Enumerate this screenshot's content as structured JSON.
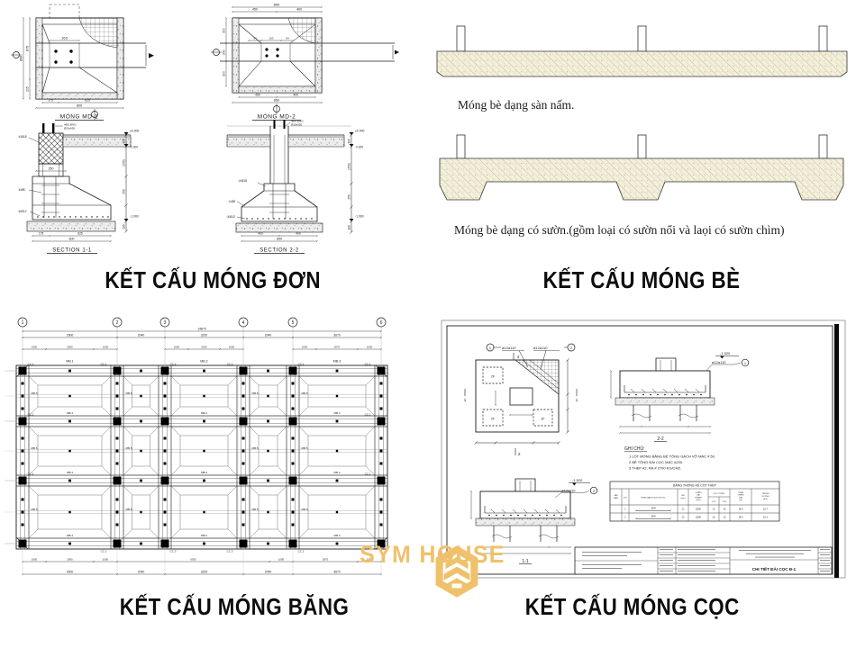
{
  "page": {
    "background": "#ffffff"
  },
  "logo": {
    "text": "SYM HOUSE",
    "color": "#f0c16b",
    "icon": "hexagon-house-icon"
  },
  "sections": {
    "mong_don": {
      "title": "KẾT CẤU MÓNG ĐƠN",
      "md1": {
        "label": "MÓNG MD-1",
        "dim_beam": "163",
        "dim_left_upper": "675",
        "dim_left_lower": "205",
        "dim_left_total": "800",
        "dims_bottom": [
          "175",
          "625"
        ],
        "dim_bottom_total": "800"
      },
      "md2": {
        "label": "MÓNG MD-2",
        "dim_top_total": "850",
        "dims_top": [
          "450",
          "400"
        ],
        "dims_left": [
          "300",
          "250",
          "300"
        ],
        "dims_beam": [
          "94",
          "163",
          "94"
        ],
        "dims_bottom": [
          "450",
          "400"
        ],
        "dim_bottom_total": "850"
      },
      "section1": {
        "label": "SECTION 1-1",
        "rebar_top_1": "4ØU.ĐNG",
        "rebar_top_2": "Ø20x650",
        "level_zero": "±0.000",
        "level_floor": "-0.300",
        "level_base": "-1.000",
        "dim_right_1": "300",
        "dim_right_2": "(250)",
        "dim_right_3": "250",
        "dim_right_4": "100",
        "dim_neck": "250",
        "callout_1": "①Ø18",
        "callout_2": "②Ø8",
        "callout_3": "③Ø12",
        "dims_bottom": [
          "175",
          "625"
        ],
        "dim_bottom_total": "800"
      },
      "section2": {
        "label": "SECTION 2-2",
        "rebar_top_1": "4ØU.ĐNG",
        "rebar_top_2": "Ø20x650",
        "level_zero": "±0.000",
        "level_floor": "-0.300",
        "level_base": "-1.000",
        "dim_right_1": "300",
        "dim_right_2": "(250)",
        "dim_right_3": "250",
        "dim_right_4": "100",
        "callout_1": "②Ø18",
        "callout_2": "①Ø8",
        "callout_3": "③Ø12",
        "dims_bottom": [
          "400",
          "400"
        ],
        "dim_bottom_total": "850"
      }
    },
    "mong_be": {
      "title": "KẾT CẤU MÓNG BÈ",
      "caption_flat": "Móng bè dạng sàn nấm.",
      "caption_ribbed": "Móng bè dạng có sườn.(gồm loại có sườn nổi và laọi có sườn chìm)"
    },
    "mong_bang": {
      "title": "KẾT CẤU MÓNG BĂNG",
      "grid_bubbles": [
        "1",
        "2",
        "3",
        "4",
        "5",
        "6"
      ],
      "dim_total": "14870",
      "dims_top": [
        "2900",
        "2040",
        "3220",
        "2040",
        "3670"
      ],
      "dims_top2": [
        "1000",
        "2900",
        "1000",
        "1000",
        "3220",
        "1000",
        "1000",
        "2670",
        "1000"
      ],
      "dims_bottom": [
        "1000",
        "2900",
        "1000",
        "6300",
        "1000",
        "2670",
        "1000"
      ],
      "dims_bottom2": [
        "2900",
        "2040",
        "3220",
        "2040",
        "3670"
      ],
      "beam_labels": [
        "MB.1",
        "MB.2",
        "MB.3",
        "MB.4",
        "MB.5"
      ],
      "column_labels": [
        "CC.1",
        "CC.2",
        "CC.3"
      ]
    },
    "mong_coc": {
      "title": "KẾT CẤU MÓNG CỌC",
      "plan": {
        "rebar_label": "ø12a110",
        "callout_1": "1",
        "callout_2": "2",
        "pile_mark": "2F"
      },
      "level": "-1.520",
      "section_22_label": "2-2",
      "section_11_label": "1-1",
      "notes_title": "GHI CHÚ:",
      "notes": [
        "1 LÓT MÓNG BẰNG BÊ TÔNG GẠCH VỠ MÁC # 50.",
        "2 BÊ TÔNG ĐÀI CỌC MÁC #200.",
        "3 THÉP A2, RA # 2700 KG/CM2."
      ],
      "table": {
        "title": "BẢNG THỐNG KÊ CỐT THÉP",
        "headers": [
          "CẤU KIỆN",
          "STT",
          "HÌNH DẠNG KÍCH THƯỚC",
          "ØH (mm)",
          "CHIỀU DÀI THANH (mm)",
          "SỐ LƯỢNG",
          "1 CK",
          "T.SỐ",
          "TỔNG CHIỀU DÀI (m)",
          "TRỌNG LƯỢNG (KG)"
        ],
        "rows": [
          {
            "stt": "1",
            "shape_dim": "1800",
            "dia": "12",
            "length": "1800",
            "per": "10",
            "total_qty": "10",
            "total_len": "18.9",
            "weight": "16.7"
          },
          {
            "stt": "2",
            "shape_dim": "1800",
            "dia": "12",
            "length": "1800",
            "per": "10",
            "total_qty": "10",
            "total_len": "18.9",
            "weight": "16.1"
          }
        ]
      },
      "titleblock": {
        "drawing_title": "CHI TIẾT ĐÀI CỌC Đ-1"
      }
    }
  }
}
